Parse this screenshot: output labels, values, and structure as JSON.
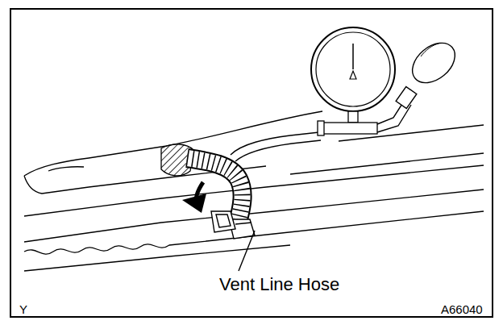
{
  "diagram": {
    "labels": [
      "Vent Line Hose",
      "Y",
      "A66040"
    ]
  }
}
